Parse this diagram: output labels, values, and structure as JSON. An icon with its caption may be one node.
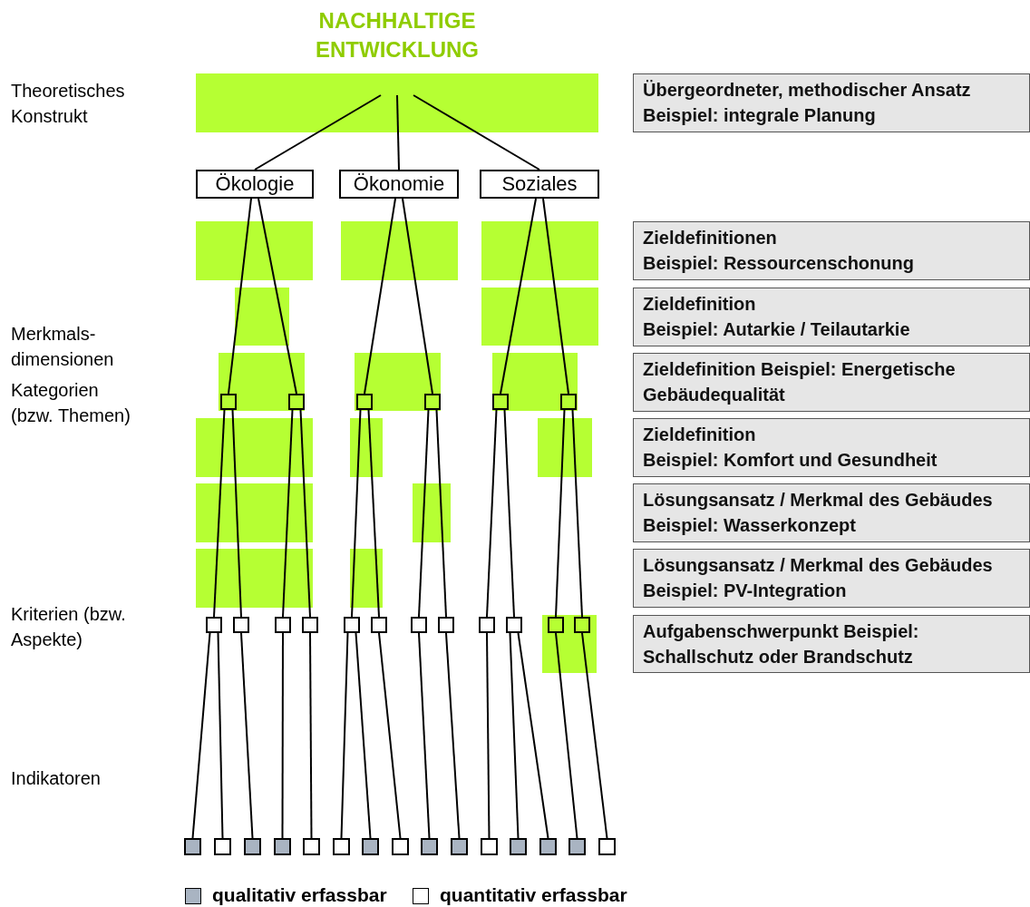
{
  "diagram": {
    "nodes": [
      {
        "text": [
          "NACHHALTIGE ENTWICKLUNG"
        ]
      },
      {
        "text": [
          "Ökologie"
        ]
      },
      {
        "text": [
          "Ökonomie"
        ]
      },
      {
        "text": [
          "Soziales"
        ]
      },
      {
        "text": [],
        "shape": "box"
      },
      {
        "text": [],
        "shape": "box"
      },
      {
        "text": [],
        "shape": "box"
      },
      {
        "text": [],
        "shape": "box"
      },
      {
        "text": [],
        "shape": "box"
      },
      {
        "text": [],
        "shape": "box"
      },
      {
        "text": [],
        "shape": "box"
      },
      {
        "text": [],
        "shape": "box"
      },
      {
        "text": [],
        "shape": "box"
      },
      {
        "text": [],
        "shape": "box"
      },
      {
        "text": [],
        "shape": "box"
      },
      {
        "text": [],
        "shape": "box"
      },
      {
        "text": [],
        "shape": "box"
      },
      {
        "text": [],
        "shape": "box"
      },
      {
        "text": [],
        "shape": "box"
      },
      {
        "text": [],
        "shape": "box"
      },
      {
        "text": [],
        "shape": "box"
      },
      {
        "text": [],
        "shape": "box"
      },
      {
        "text": [],
        "shape": "box"
      },
      {
        "text": [],
        "shape": "box"
      },
      {
        "text": [],
        "shape": "box"
      },
      {
        "text": [],
        "shape": "box"
      },
      {
        "text": [],
        "shape": "box"
      },
      {
        "text": [],
        "shape": "box"
      },
      {
        "text": [],
        "shape": "box"
      },
      {
        "text": [],
        "shape": "box"
      },
      {
        "text": [],
        "shape": "box"
      },
      {
        "text": [],
        "shape": "box"
      },
      {
        "text": [],
        "shape": "box"
      },
      {
        "text": [],
        "shape": "box"
      },
      {
        "text": [],
        "shape": "box"
      },
      {
        "text": [],
        "shape": "box"
      },
      {
        "text": [],
        "shape": "box"
      },
      {
        "text": [
          "Übergeordneter, methodischer Ansatz",
          "Beispiel: integrale Planung"
        ]
      },
      {
        "text": [
          "Zieldefinitionen",
          "Beispiel: Ressourcenschonung"
        ]
      },
      {
        "text": [
          "Zieldefinition",
          "Beispiel: Autarkie / Teilautarkie"
        ]
      },
      {
        "text": [
          "Zieldefinition Beispiel: Energetische Gebäudequalität"
        ]
      },
      {
        "text": [
          "Zieldefinition",
          "Beispiel: Komfort und Gesundheit"
        ]
      },
      {
        "text": [
          "Lösungsansatz / Merkmal des Gebäudes Beispiel: Wasserkonzept"
        ]
      },
      {
        "text": [
          "Lösungsansatz / Merkmal des Gebäudes Beispiel: PV-Integration"
        ]
      },
      {
        "text": [
          "Aufgabenschwerpunkt Beispiel: Schallschutz oder Brandschutz"
        ]
      }
    ],
    "edges": [
      {
        "from": 0,
        "to": 1,
        "arrow": "none"
      },
      {
        "from": 0,
        "to": 2,
        "arrow": "none"
      },
      {
        "from": 0,
        "to": 3,
        "arrow": "none"
      },
      {
        "from": 1,
        "to": 4,
        "arrow": "none"
      },
      {
        "from": 1,
        "to": 5,
        "arrow": "none"
      },
      {
        "from": 2,
        "to": 6,
        "arrow": "none"
      },
      {
        "from": 2,
        "to": 7,
        "arrow": "none"
      },
      {
        "from": 3,
        "to": 8,
        "arrow": "none"
      },
      {
        "from": 3,
        "to": 9,
        "arrow": "none"
      },
      {
        "from": 4,
        "to": 10,
        "arrow": "none"
      },
      {
        "from": 4,
        "to": 11,
        "arrow": "none"
      },
      {
        "from": 5,
        "to": 12,
        "arrow": "none"
      },
      {
        "from": 5,
        "to": 13,
        "arrow": "none"
      },
      {
        "from": 6,
        "to": 14,
        "arrow": "none"
      },
      {
        "from": 6,
        "to": 15,
        "arrow": "none"
      },
      {
        "from": 7,
        "to": 16,
        "arrow": "none"
      },
      {
        "from": 7,
        "to": 17,
        "arrow": "none"
      },
      {
        "from": 8,
        "to": 18,
        "arrow": "none"
      },
      {
        "from": 8,
        "to": 19,
        "arrow": "none"
      },
      {
        "from": 9,
        "to": 20,
        "arrow": "none"
      },
      {
        "from": 9,
        "to": 21,
        "arrow": "none"
      },
      {
        "from": 10,
        "to": 22,
        "arrow": "none"
      },
      {
        "from": 10,
        "to": 23,
        "arrow": "none"
      },
      {
        "from": 11,
        "to": 24,
        "arrow": "none"
      },
      {
        "from": 12,
        "to": 25,
        "arrow": "none"
      },
      {
        "from": 13,
        "to": 26,
        "arrow": "none"
      },
      {
        "from": 14,
        "to": 27,
        "arrow": "none"
      },
      {
        "from": 14,
        "to": 28,
        "arrow": "none"
      },
      {
        "from": 15,
        "to": 29,
        "arrow": "none"
      },
      {
        "from": 16,
        "to": 30,
        "arrow": "none"
      },
      {
        "from": 17,
        "to": 31,
        "arrow": "none"
      },
      {
        "from": 18,
        "to": 32,
        "arrow": "none"
      },
      {
        "from": 19,
        "to": 33,
        "arrow": "none"
      },
      {
        "from": 19,
        "to": 34,
        "arrow": "none"
      },
      {
        "from": 20,
        "to": 35,
        "arrow": "none"
      },
      {
        "from": 21,
        "to": 36,
        "arrow": "none"
      }
    ],
    "labels": [
      "Theoretisches Konstrukt",
      "Merkmals-dimensionen",
      "Kategorien (bzw. Themen)",
      "Kriterien (bzw. Aspekte)",
      "Indikatoren"
    ],
    "legend": [
      {
        "text": "qualitativ erfassbar",
        "color": "#a9b4c2"
      },
      {
        "text": "quantitativ erfassbar",
        "color": "#ffffff"
      }
    ]
  }
}
